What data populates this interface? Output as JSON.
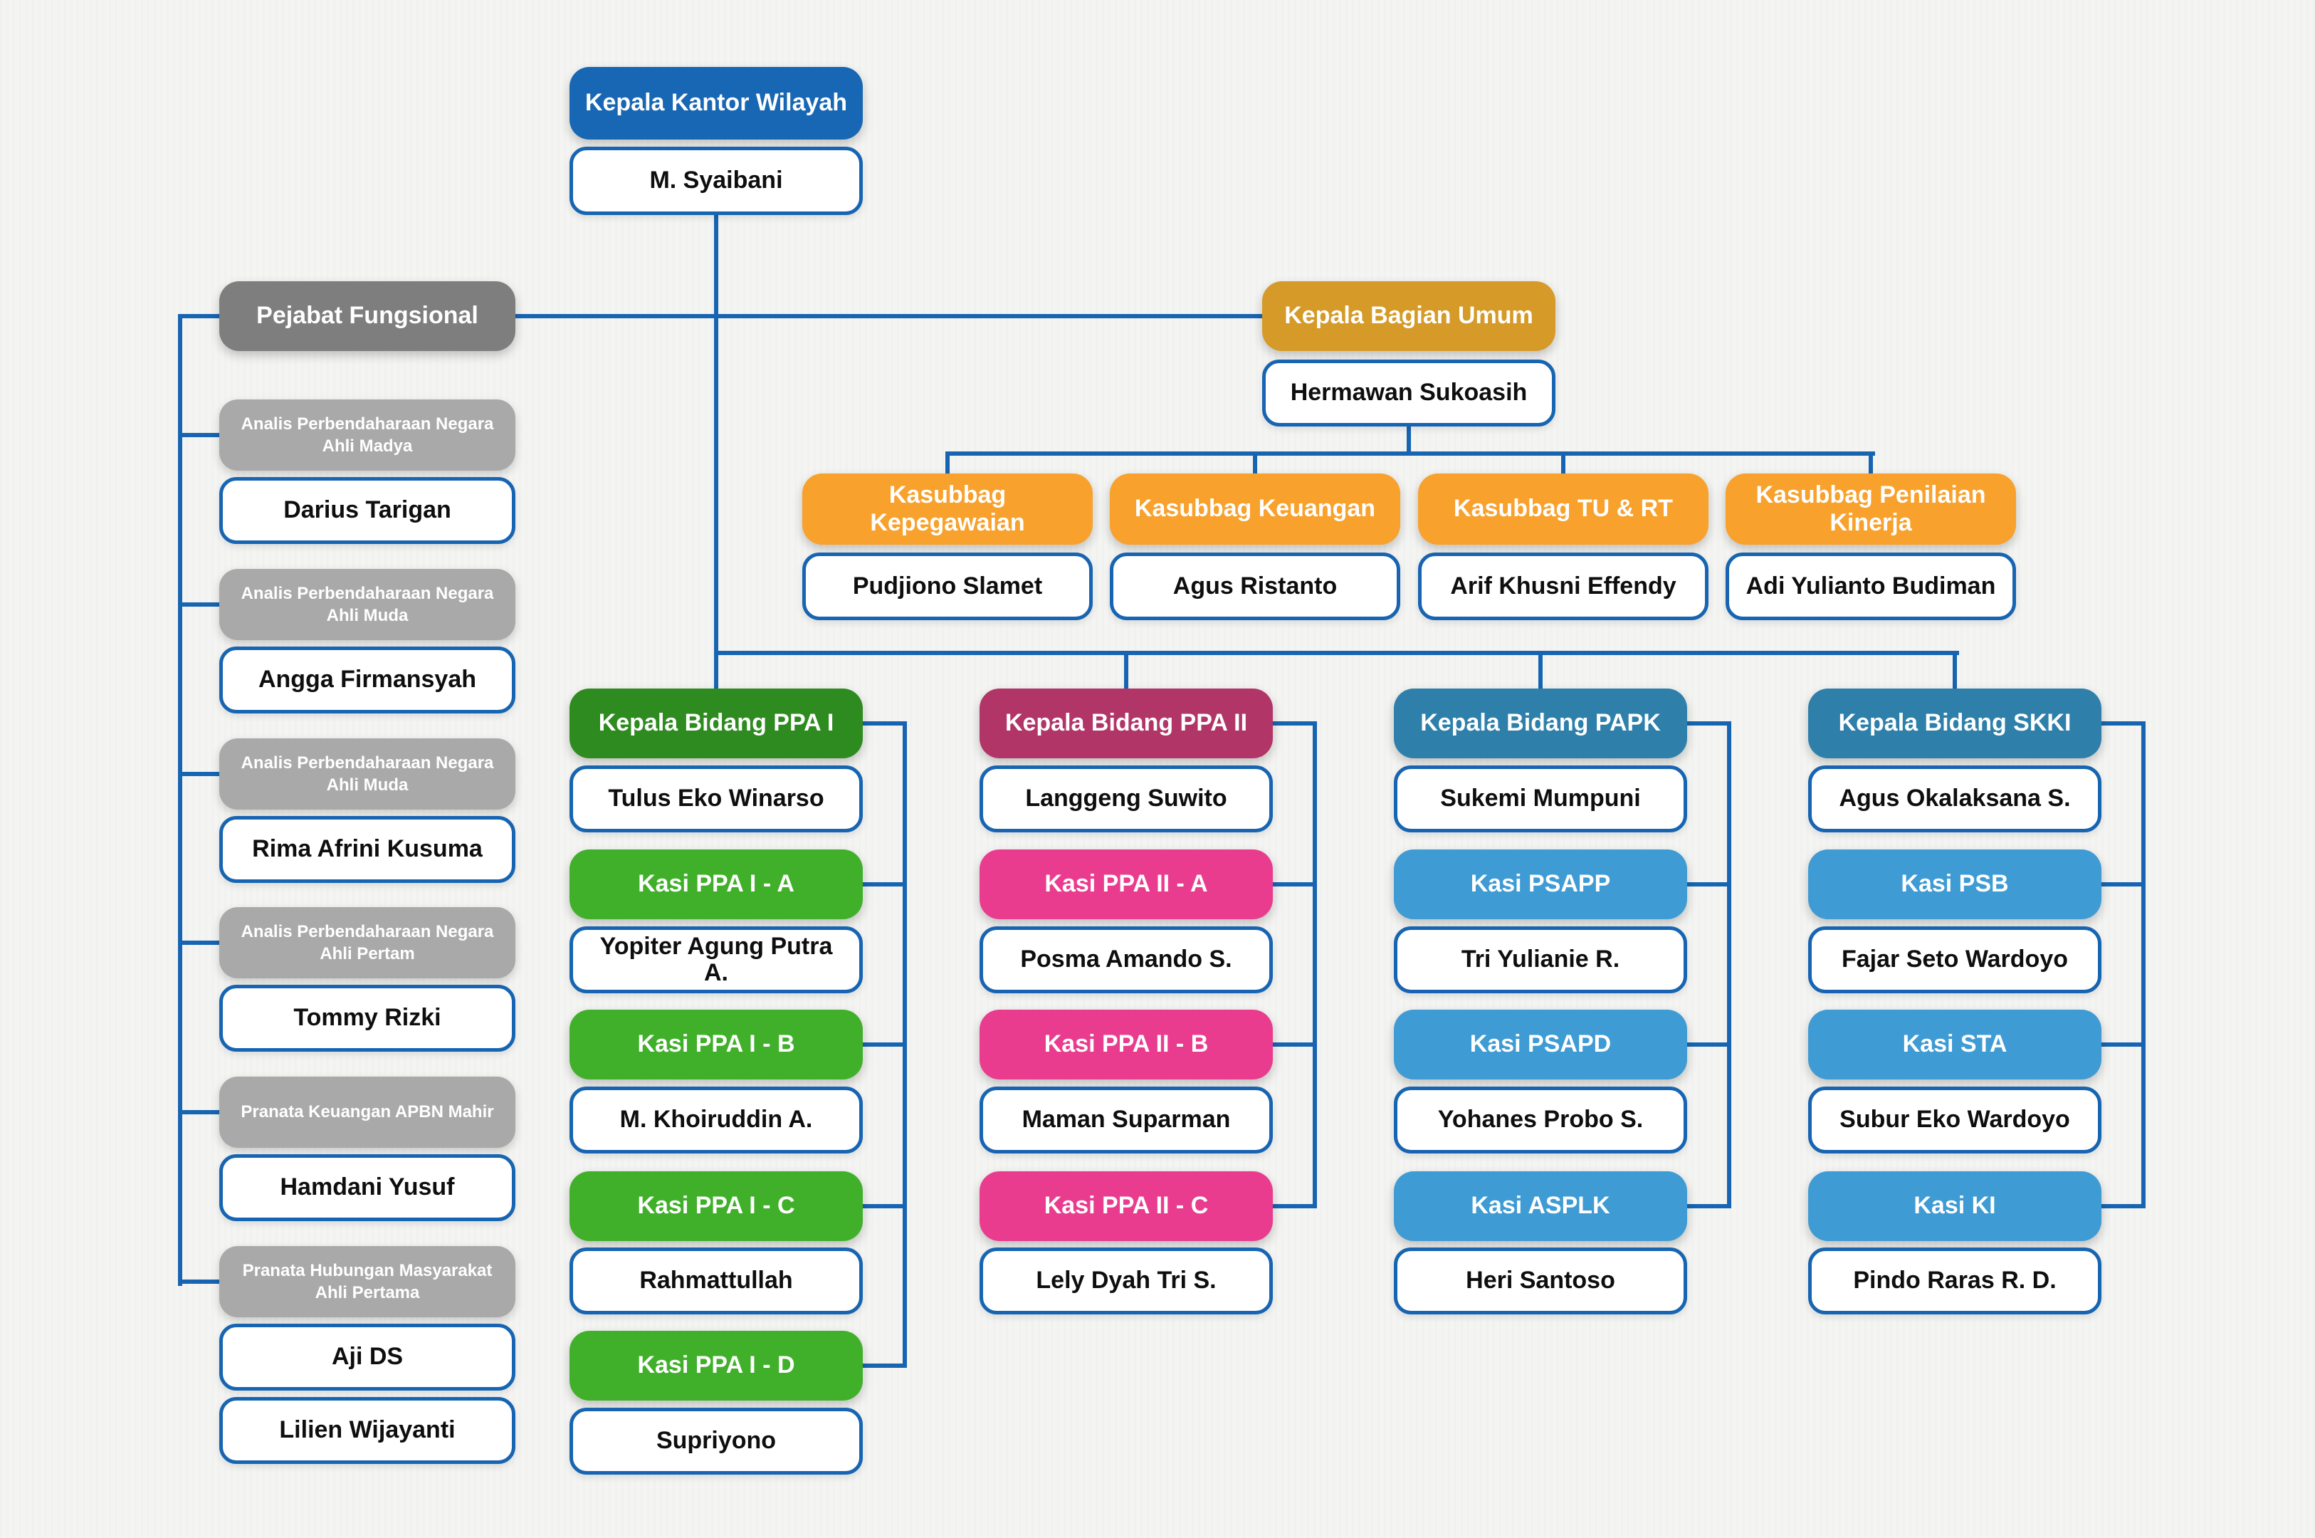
{
  "colors": {
    "line": "#1765b2",
    "royal": "#1767b4",
    "darkGray": "#7e7e7e",
    "gray": "#a9a9a9",
    "amber": "#d59a28",
    "orange": "#f8a12d",
    "darkGreen": "#2e8b1f",
    "green": "#40b02a",
    "magenta": "#b23568",
    "pink": "#ea3c8f",
    "steel": "#2e80ab",
    "lightBlue": "#3e9bd4"
  },
  "root": {
    "title": "Kepala Kantor Wilayah",
    "name": "M. Syaibani"
  },
  "functional": {
    "header": "Pejabat Fungsional",
    "members": [
      {
        "title": "Analis Perbendaharaan Negara Ahli Madya",
        "name": "Darius Tarigan"
      },
      {
        "title": "Analis Perbendaharaan Negara Ahli Muda",
        "name": "Angga Firmansyah"
      },
      {
        "title": "Analis Perbendaharaan Negara Ahli Muda",
        "name": "Rima Afrini Kusuma"
      },
      {
        "title": "Analis Perbendaharaan Negara Ahli Pertam",
        "name": "Tommy Rizki"
      },
      {
        "title": "Pranata Keuangan APBN Mahir",
        "name": "Hamdani Yusuf"
      },
      {
        "title": "Pranata Hubungan Masyarakat Ahli Pertama",
        "name": "Aji DS"
      }
    ],
    "extra_name": "Lilien Wijayanti"
  },
  "bagian_umum": {
    "title": "Kepala Bagian Umum",
    "name": "Hermawan Sukoasih",
    "subbags": [
      {
        "title": "Kasubbag Kepegawaian",
        "name": "Pudjiono Slamet"
      },
      {
        "title": "Kasubbag Keuangan",
        "name": "Agus Ristanto"
      },
      {
        "title": "Kasubbag TU & RT",
        "name": "Arif Khusni Effendy"
      },
      {
        "title": "Kasubbag Penilaian Kinerja",
        "name": "Adi Yulianto Budiman"
      }
    ]
  },
  "bidang": [
    {
      "title": "Kepala Bidang PPA I",
      "name": "Tulus Eko Winarso",
      "theme": "green",
      "sections": [
        {
          "title": "Kasi PPA I - A",
          "name": "Yopiter Agung Putra A."
        },
        {
          "title": "Kasi PPA I - B",
          "name": "M. Khoiruddin A."
        },
        {
          "title": "Kasi PPA I - C",
          "name": "Rahmattullah"
        },
        {
          "title": "Kasi PPA I - D",
          "name": "Supriyono"
        }
      ]
    },
    {
      "title": "Kepala Bidang PPA II",
      "name": "Langgeng Suwito",
      "theme": "pink",
      "sections": [
        {
          "title": "Kasi PPA II - A",
          "name": "Posma Amando S."
        },
        {
          "title": "Kasi PPA II - B",
          "name": "Maman Suparman"
        },
        {
          "title": "Kasi PPA II - C",
          "name": "Lely Dyah Tri S."
        }
      ]
    },
    {
      "title": "Kepala Bidang PAPK",
      "name": "Sukemi Mumpuni",
      "theme": "blue",
      "sections": [
        {
          "title": "Kasi PSAPP",
          "name": "Tri Yulianie R."
        },
        {
          "title": "Kasi PSAPD",
          "name": "Yohanes Probo S."
        },
        {
          "title": "Kasi ASPLK",
          "name": "Heri Santoso"
        }
      ]
    },
    {
      "title": "Kepala Bidang SKKI",
      "name": "Agus Okalaksana S.",
      "theme": "blue",
      "sections": [
        {
          "title": "Kasi PSB",
          "name": "Fajar Seto Wardoyo"
        },
        {
          "title": "Kasi STA",
          "name": "Subur Eko Wardoyo"
        },
        {
          "title": "Kasi KI",
          "name": "Pindo Raras R. D."
        }
      ]
    }
  ]
}
